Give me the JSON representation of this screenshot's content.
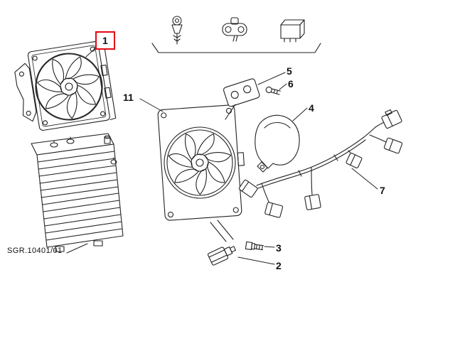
{
  "diagram": {
    "ref_code": "SGR.10401/01",
    "callouts": [
      {
        "id": "1",
        "highlighted": true
      },
      {
        "id": "11",
        "highlighted": false
      },
      {
        "id": "5",
        "highlighted": false
      },
      {
        "id": "6",
        "highlighted": false
      },
      {
        "id": "4",
        "highlighted": false
      },
      {
        "id": "7",
        "highlighted": false
      },
      {
        "id": "3",
        "highlighted": false
      },
      {
        "id": "2",
        "highlighted": false
      }
    ],
    "colors": {
      "highlight": "#e30613",
      "line": "#222222",
      "background": "#ffffff"
    }
  }
}
